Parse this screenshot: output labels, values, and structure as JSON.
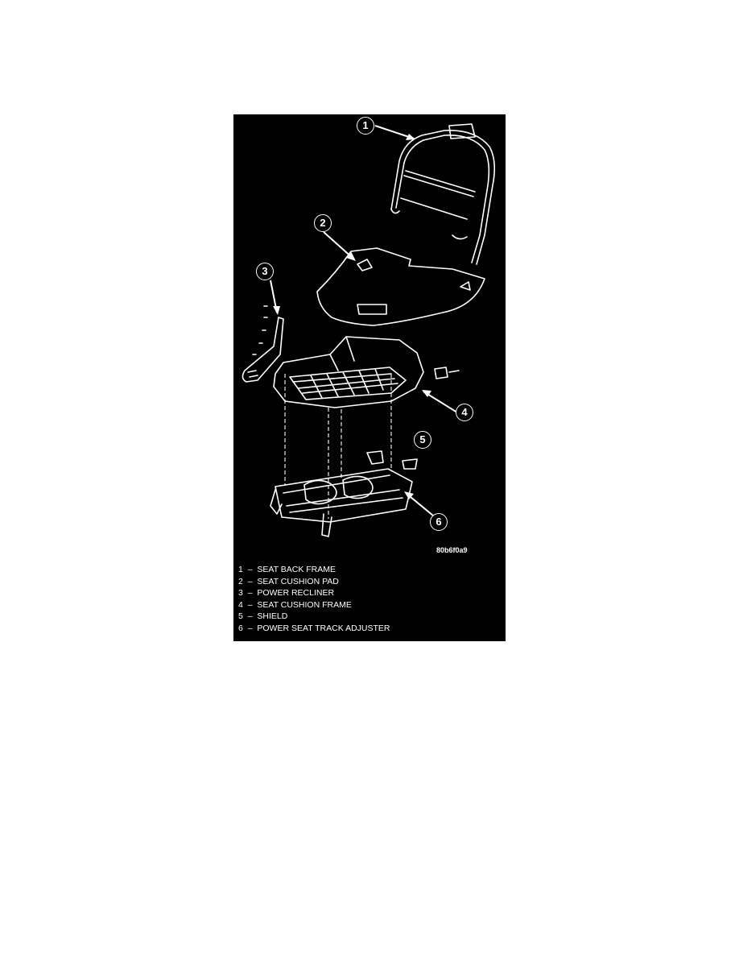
{
  "figure": {
    "reference_code": "80b6f0a9",
    "callouts": [
      "1",
      "2",
      "3",
      "4",
      "5",
      "6"
    ],
    "legend": [
      {
        "num": "1",
        "sep": "–",
        "label": "SEAT BACK FRAME"
      },
      {
        "num": "2",
        "sep": "–",
        "label": "SEAT CUSHION PAD"
      },
      {
        "num": "3",
        "sep": "–",
        "label": "POWER RECLINER"
      },
      {
        "num": "4",
        "sep": "–",
        "label": "SEAT CUSHION FRAME"
      },
      {
        "num": "5",
        "sep": "–",
        "label": "SHIELD"
      },
      {
        "num": "6",
        "sep": "–",
        "label": "POWER SEAT TRACK ADJUSTER"
      }
    ],
    "colors": {
      "background": "#000000",
      "line": "#ffffff"
    }
  }
}
